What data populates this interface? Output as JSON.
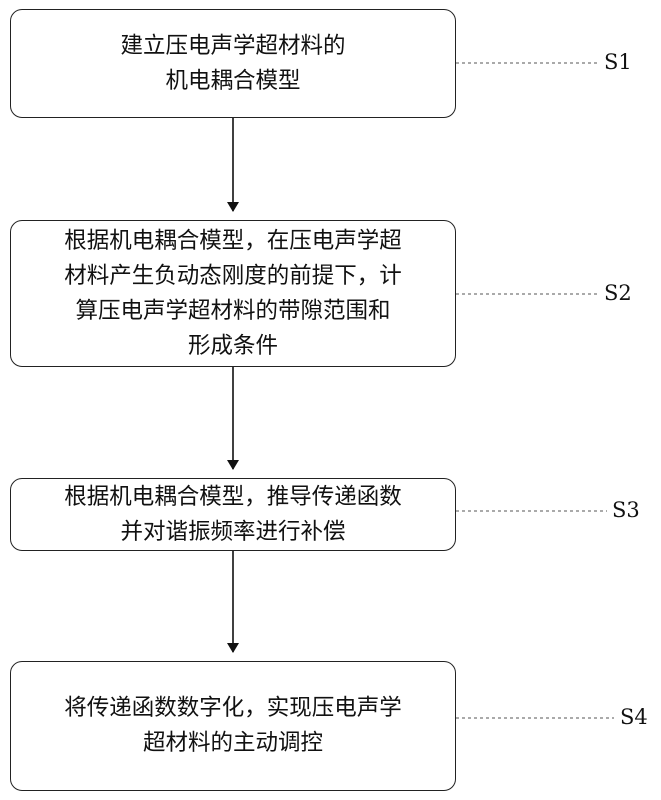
{
  "steps": [
    {
      "id": "S1",
      "text": "建立压电声学超材料的\n机电耦合模型"
    },
    {
      "id": "S2",
      "text": "根据机电耦合模型，在压电声学超\n材料产生负动态刚度的前提下，计\n算压电声学超材料的带隙范围和\n形成条件"
    },
    {
      "id": "S3",
      "text": "根据机电耦合模型，推导传递函数\n并对谐振频率进行补偿"
    },
    {
      "id": "S4",
      "text": "将传递函数数字化，实现压电声学\n超材料的主动调控"
    }
  ]
}
